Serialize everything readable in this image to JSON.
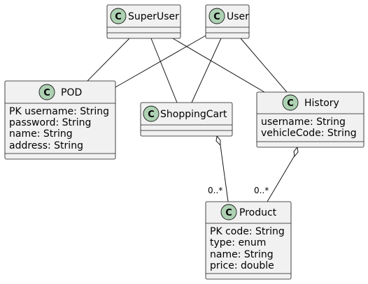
{
  "classes": {
    "superuser": {
      "name": "SuperUser",
      "stereotype_letter": "C",
      "attributes": []
    },
    "user": {
      "name": "User",
      "stereotype_letter": "C",
      "attributes": []
    },
    "pod": {
      "name": "POD",
      "stereotype_letter": "C",
      "attributes": [
        "PK username: String",
        "password: String",
        "name: String",
        "address: String"
      ]
    },
    "shoppingcart": {
      "name": "ShoppingCart",
      "stereotype_letter": "C",
      "attributes": []
    },
    "history": {
      "name": "History",
      "stereotype_letter": "C",
      "attributes": [
        "username: String",
        "vehicleCode: String"
      ]
    },
    "product": {
      "name": "Product",
      "stereotype_letter": "C",
      "attributes": [
        "PK code: String",
        "type: enum",
        "name: String",
        "price: double"
      ]
    }
  },
  "relations": [
    {
      "from": "SuperUser",
      "to": "POD",
      "kind": "association"
    },
    {
      "from": "SuperUser",
      "to": "ShoppingCart",
      "kind": "association"
    },
    {
      "from": "SuperUser",
      "to": "History",
      "kind": "association"
    },
    {
      "from": "User",
      "to": "POD",
      "kind": "association"
    },
    {
      "from": "User",
      "to": "ShoppingCart",
      "kind": "association"
    },
    {
      "from": "User",
      "to": "History",
      "kind": "association"
    },
    {
      "from": "ShoppingCart",
      "to": "Product",
      "kind": "aggregation",
      "multiplicity": "0..*"
    },
    {
      "from": "History",
      "to": "Product",
      "kind": "aggregation",
      "multiplicity": "0..*"
    }
  ],
  "style": {
    "box_fill": "#f1f1f1",
    "badge_fill": "#add1b2",
    "line_color": "#181818"
  }
}
